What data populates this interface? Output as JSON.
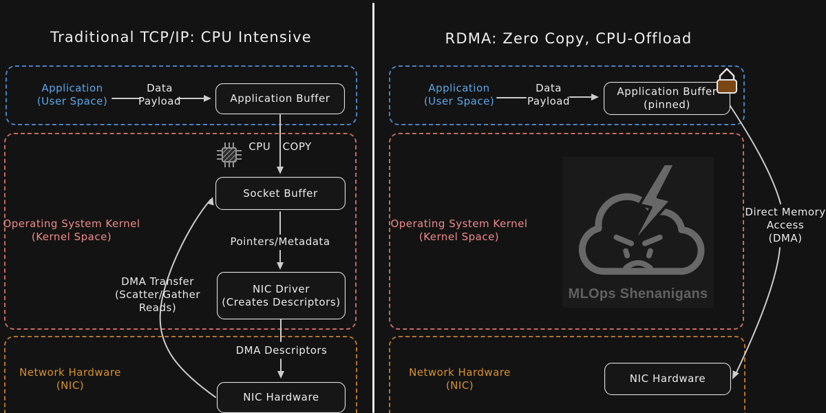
{
  "colors": {
    "background": "#131313",
    "divider": "#eeeeee",
    "user_space_border_blue": "#4a84c4",
    "user_space_text_blue": "#5ea7e8",
    "kernel_border_red": "#c66a66",
    "kernel_text_salmon": "#f08b8b",
    "nic_border_orange": "#b9752a",
    "nic_text_orange": "#d8922f",
    "node_border": "#e6e6e6",
    "arrow": "#cccccc",
    "watermark_gray": "#616161",
    "lock_body_brown": "#7a4614"
  },
  "icons": {
    "cpu": "cpu-chip-icon",
    "lock": "lock-icon",
    "watermark_logo": "angry-storm-cloud-lightning-icon"
  },
  "left": {
    "title": "Traditional TCP/IP: CPU Intensive",
    "user_space": {
      "label1": "Application",
      "label2": "(User Space)",
      "payload1": "Data",
      "payload2": "Payload",
      "buffer": "Application Buffer"
    },
    "kernel": {
      "label1": "Operating System Kernel",
      "label2": "(Kernel Space)",
      "cpu_copy": "CPU COPY",
      "socket_buffer": "Socket Buffer",
      "pointers": "Pointers/Metadata",
      "nic_driver1": "NIC Driver",
      "nic_driver2": "(Creates Descriptors)",
      "dma1": "DMA Transfer",
      "dma2": "(Scatter/Gather",
      "dma3": "Reads)"
    },
    "nic": {
      "label1": "Network Hardware",
      "label2": "(NIC)",
      "descriptors": "DMA Descriptors",
      "hardware": "NIC Hardware"
    }
  },
  "right": {
    "title": "RDMA: Zero Copy, CPU-Offload",
    "user_space": {
      "label1": "Application",
      "label2": "(User Space)",
      "payload1": "Data",
      "payload2": "Payload",
      "buffer1": "Application Buffer",
      "buffer2": "(pinned)"
    },
    "kernel": {
      "label1": "Operating System Kernel",
      "label2": "(Kernel Space)"
    },
    "watermark": "MLOps Shenanigans",
    "dma": {
      "line1": "Direct Memory",
      "line2": "Access",
      "line3": "(DMA)"
    },
    "nic": {
      "label1": "Network Hardware",
      "label2": "(NIC)",
      "hardware": "NIC Hardware"
    }
  }
}
